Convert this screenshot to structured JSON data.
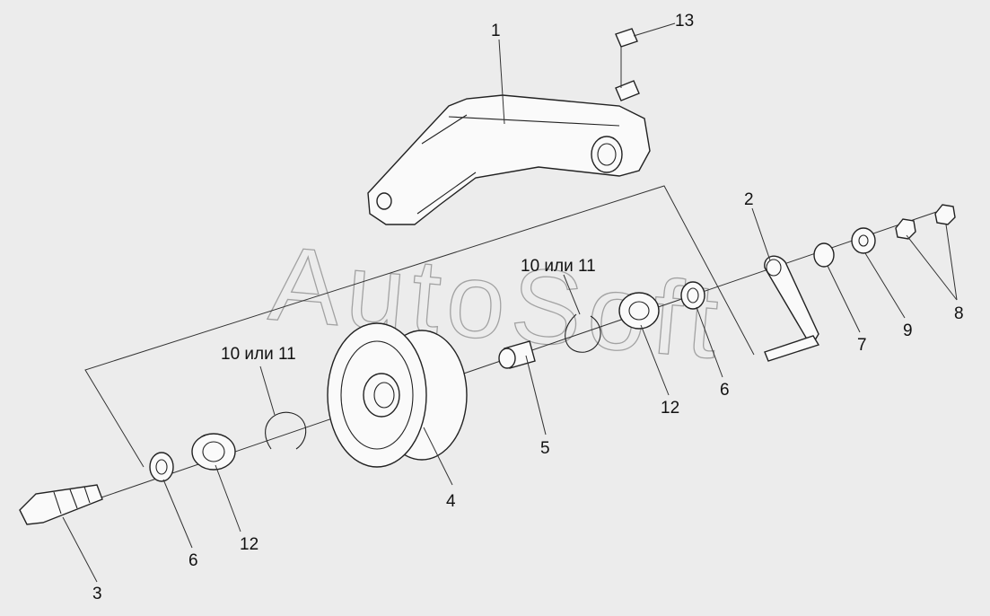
{
  "watermark": {
    "text": "AutoSoft"
  },
  "callouts": [
    {
      "id": "1",
      "text": "1"
    },
    {
      "id": "13",
      "text": "13"
    },
    {
      "id": "2",
      "text": "2"
    },
    {
      "id": "10a",
      "text": "10 или 11"
    },
    {
      "id": "10b",
      "text": "10 или 11"
    },
    {
      "id": "12a",
      "text": "12"
    },
    {
      "id": "12b",
      "text": "12"
    },
    {
      "id": "6a",
      "text": "6"
    },
    {
      "id": "6b",
      "text": "6"
    },
    {
      "id": "5",
      "text": "5"
    },
    {
      "id": "4",
      "text": "4"
    },
    {
      "id": "3",
      "text": "3"
    },
    {
      "id": "7",
      "text": "7"
    },
    {
      "id": "9",
      "text": "9"
    },
    {
      "id": "8",
      "text": "8"
    }
  ]
}
